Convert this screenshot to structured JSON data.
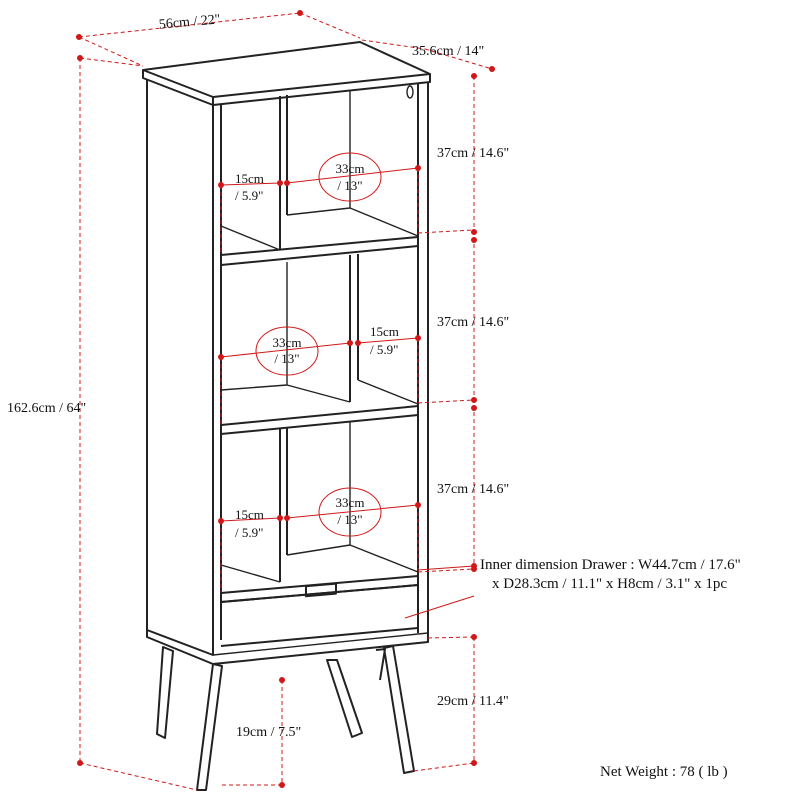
{
  "dimensions": {
    "width": "56cm / 22\"",
    "depth": "35.6cm / 14\"",
    "height": "162.6cm / 64\"",
    "shelf_height_top": "37cm / 14.6\"",
    "shelf_height_middle": "37cm / 14.6\"",
    "shelf_height_bottom": "37cm / 14.6\"",
    "leg_height": "29cm / 11.4\"",
    "leg_clearance": "19cm / 7.5\""
  },
  "compartments": {
    "top_narrow_cm": "15cm",
    "top_narrow_in": "/ 5.9\"",
    "top_wide_cm": "33cm",
    "top_wide_in": "/ 13\"",
    "middle_wide_cm": "33cm",
    "middle_wide_in": "/ 13\"",
    "middle_narrow_cm": "15cm",
    "middle_narrow_in": "/ 5.9\"",
    "bottom_narrow_cm": "15cm",
    "bottom_narrow_in": "/ 5.9\"",
    "bottom_wide_cm": "33cm",
    "bottom_wide_in": "/ 13\""
  },
  "drawer_note": {
    "line1": "Inner dimension Drawer : W44.7cm / 17.6\"",
    "line2": "x D28.3cm / 11.1\" x H8cm / 3.1\" x 1pc"
  },
  "net_weight": "Net Weight : 78 ( lb )",
  "colors": {
    "outline": "#222222",
    "dimension": "#d01818",
    "background": "#ffffff"
  }
}
